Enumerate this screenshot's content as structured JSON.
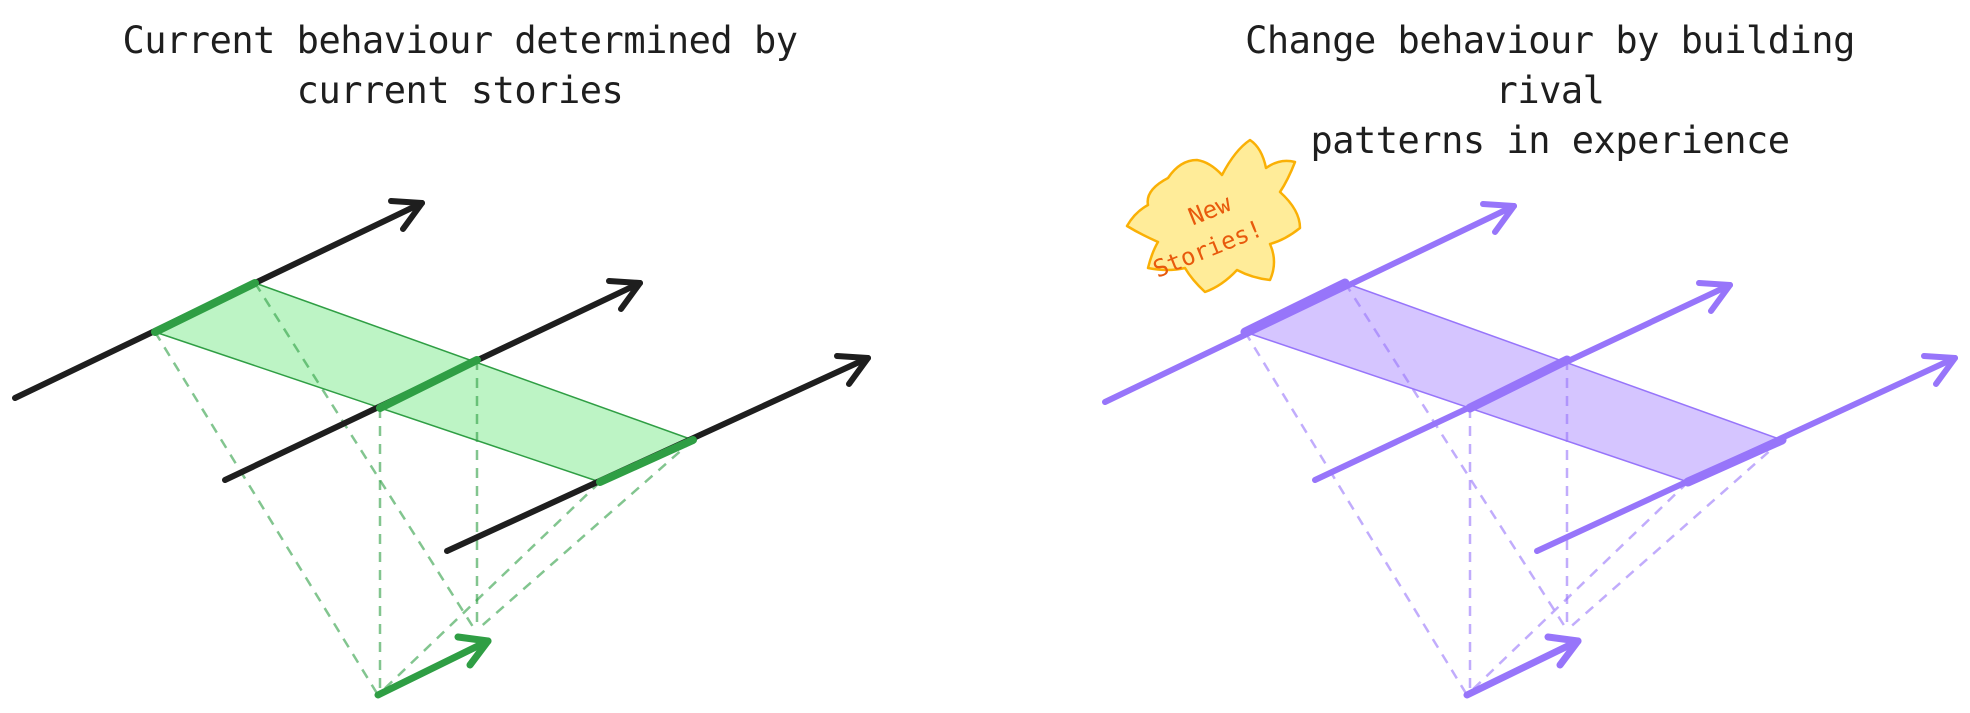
{
  "titles": {
    "left": {
      "line1": "Current behaviour determined by",
      "line2": "current stories"
    },
    "right": {
      "line1": "Change behaviour by building rival",
      "line2": "patterns in experience"
    }
  },
  "badge": {
    "line1": "New",
    "line2": "Stories!"
  },
  "colors": {
    "left_arrows": "#1e1e1e",
    "left_accent": "#2f9e44",
    "left_band_fill": "#b2f2bb",
    "right_accent": "#9775fa",
    "right_band_fill": "#d0bfff",
    "badge_fill": "#ffec99",
    "badge_stroke": "#fab005",
    "badge_text": "#e8590c"
  }
}
